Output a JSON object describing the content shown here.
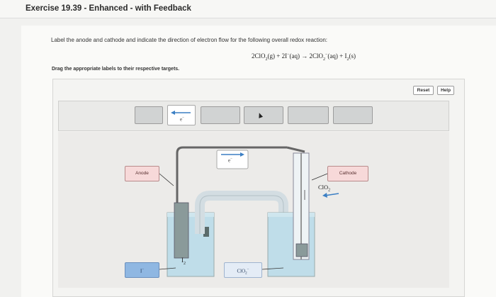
{
  "header": {
    "title": "Exercise 19.39 - Enhanced - with Feedback"
  },
  "question": {
    "prompt": "Label the anode and cathode and indicate the direction of electron flow for the following overall redox reaction:",
    "equation": {
      "reactant1": "2ClO",
      "reactant1_sub": "2",
      "reactant1_state": "(g)",
      "plus1": " + 2I",
      "reactant2_sup": "−",
      "reactant2_state": "(aq)",
      "arrow": " → 2ClO",
      "product1_sub": "2",
      "product1_sup": "−",
      "product1_state": "(aq)",
      "plus2": " + I",
      "product2_sub": "2",
      "product2_state": "(s)"
    },
    "drag_instruction": "Drag the appropriate labels to their respective targets."
  },
  "toolbar": {
    "reset_label": "Reset",
    "help_label": "Help"
  },
  "label_bank": {
    "electron_chip_text": "e",
    "electron_chip_sup": "−"
  },
  "diagram": {
    "wire_electron_text": "e",
    "wire_electron_sup": "−",
    "anode_label": "Anode",
    "cathode_label": "Cathode",
    "iodide_label": "I",
    "iodide_sup": "−",
    "iodine_label": "I",
    "iodine_sub": "2",
    "chlorite_label": "ClO",
    "chlorite_sub": "2",
    "chlorite_sup": "−",
    "chlorine_dioxide_gas": "ClO",
    "chlorine_dioxide_gas_sub": "2"
  },
  "colors": {
    "anode_target": "#f7d9d9",
    "cathode_target": "#f7d9d9",
    "iodide_target": "#8fb7e2",
    "solution": "#b8d8e8",
    "arrow_blue": "#3b7fc4"
  }
}
